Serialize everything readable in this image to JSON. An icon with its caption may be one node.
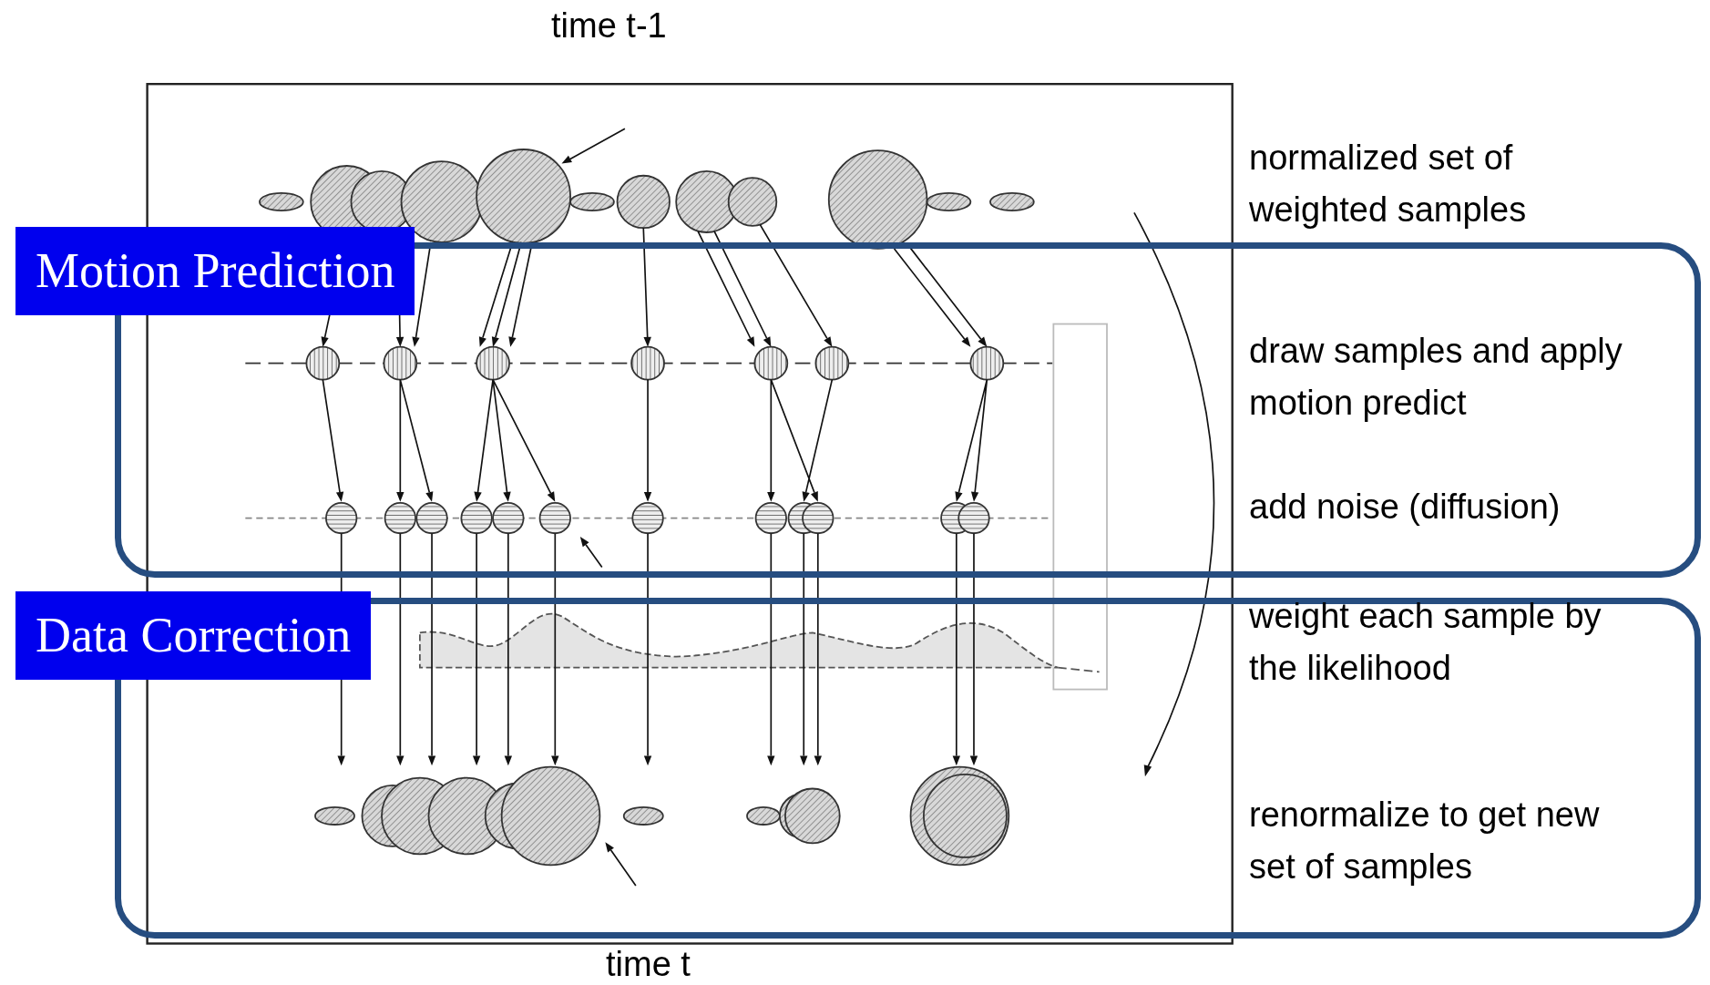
{
  "diagram": {
    "nodes": [
      {
        "text": [
          "Motion Prediction"
        ]
      },
      {
        "text": [
          "Data Correction"
        ]
      }
    ],
    "labels": [
      "time t-1",
      "normalized set of weighted samples",
      "draw samples and apply motion predict",
      "add noise (diffusion)",
      "weight each sample by the likelihood",
      "renormalize to get new set of samples",
      "time t"
    ]
  }
}
